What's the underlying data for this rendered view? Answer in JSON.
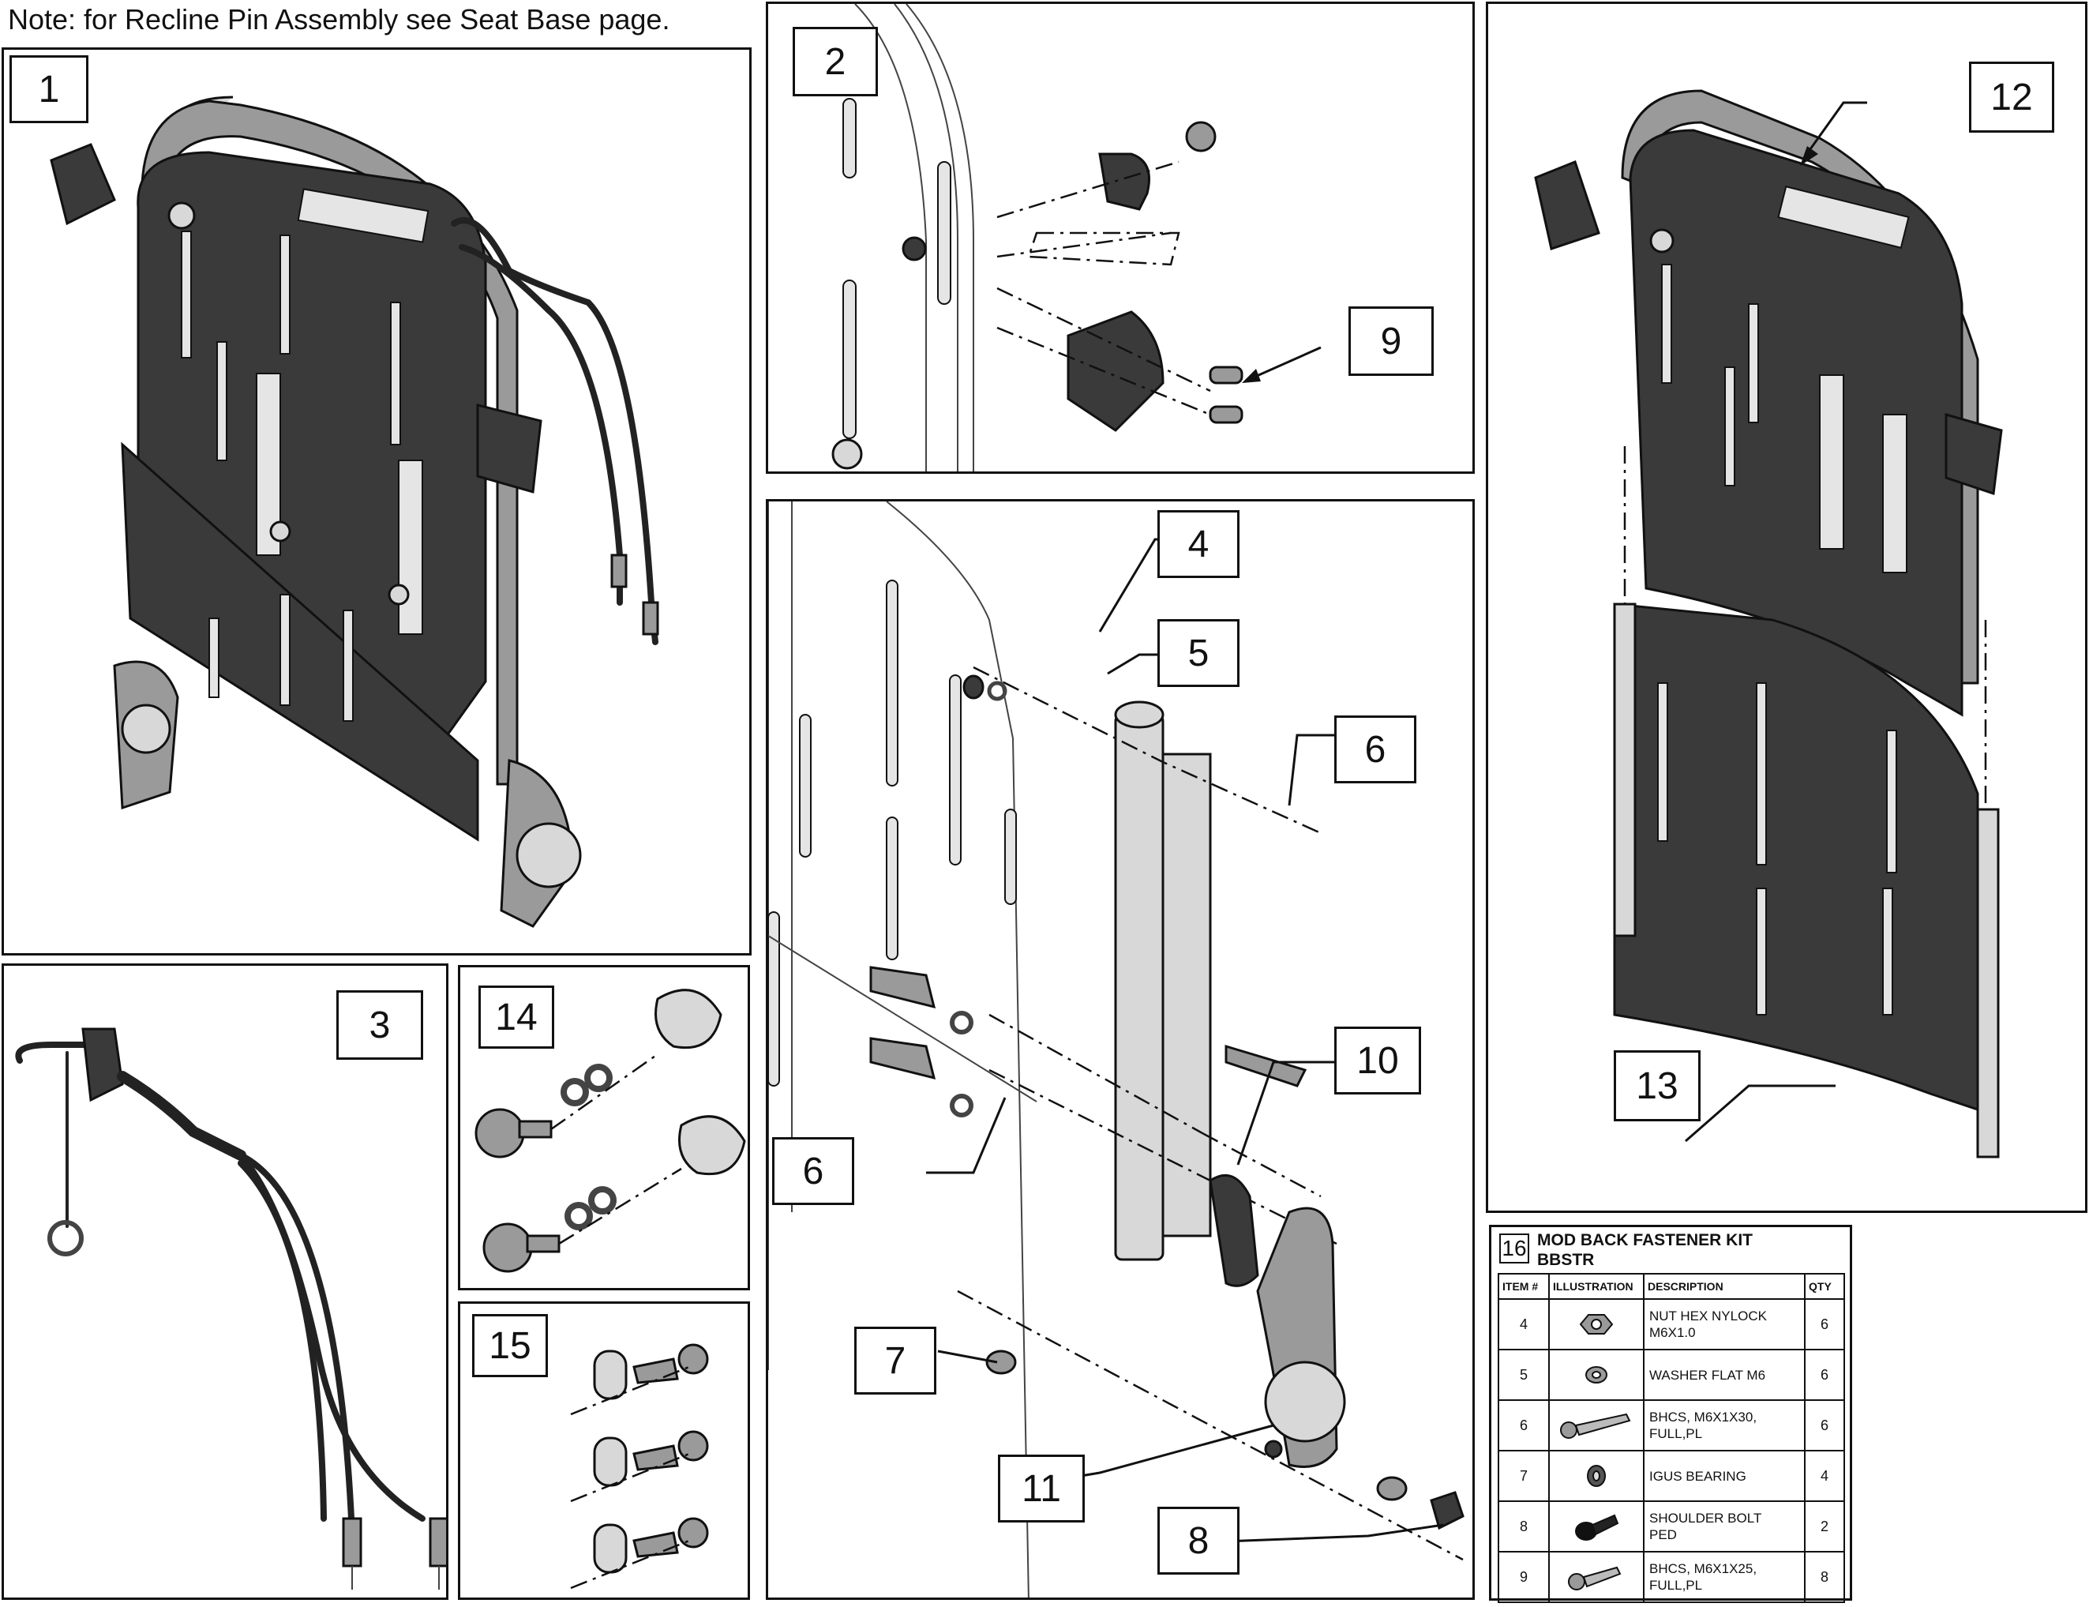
{
  "note": "Note: for Recline Pin Assembly see Seat Base page.",
  "callouts": {
    "c1": "1",
    "c2": "2",
    "c3": "3",
    "c4": "4",
    "c5": "5",
    "c6a": "6",
    "c6b": "6",
    "c7": "7",
    "c8": "8",
    "c9": "9",
    "c10": "10",
    "c11": "11",
    "c12": "12",
    "c13": "13",
    "c14": "14",
    "c15": "15"
  },
  "kit": {
    "number": "16",
    "title_line1": "MOD BACK FASTENER KIT",
    "title_line2": "BBSTR",
    "headers": {
      "item": "ITEM #",
      "illustration": "ILLUSTRATION",
      "description": "DESCRIPTION",
      "qty": "QTY"
    },
    "rows": [
      {
        "item": "4",
        "icon": "hex-nut-icon",
        "desc1": "NUT HEX NYLOCK",
        "desc2": "M6X1.0",
        "qty": "6"
      },
      {
        "item": "5",
        "icon": "washer-icon",
        "desc1": "WASHER FLAT M6",
        "desc2": "",
        "qty": "6"
      },
      {
        "item": "6",
        "icon": "long-screw-icon",
        "desc1": "BHCS, M6X1X30,",
        "desc2": "FULL,PL",
        "qty": "6"
      },
      {
        "item": "7",
        "icon": "bearing-icon",
        "desc1": "IGUS BEARING",
        "desc2": "",
        "qty": "4"
      },
      {
        "item": "8",
        "icon": "shoulder-bolt-icon",
        "desc1": "SHOULDER BOLT",
        "desc2": "PED",
        "qty": "2"
      },
      {
        "item": "9",
        "icon": "short-screw-icon",
        "desc1": "BHCS, M6X1X25,",
        "desc2": "FULL,PL",
        "qty": "8"
      }
    ]
  }
}
